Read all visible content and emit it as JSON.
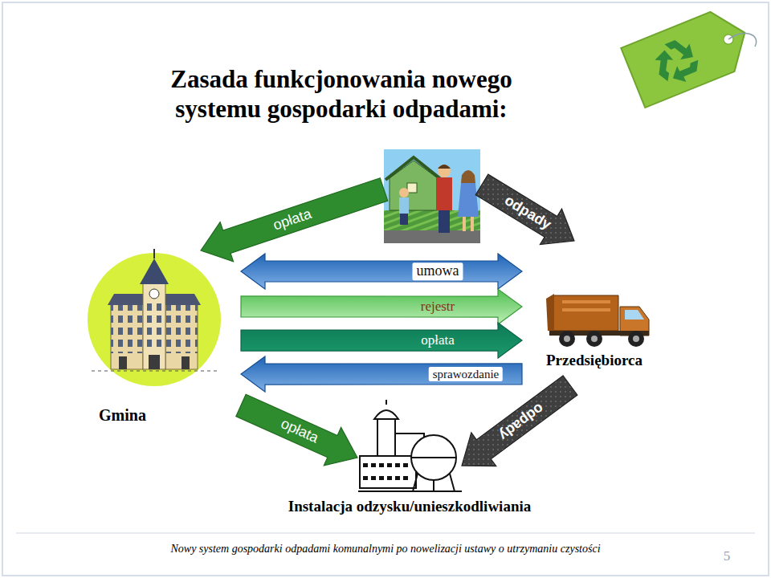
{
  "diagram": {
    "title": "Zasada funkcjonowania nowego systemu gospodarki odpadami:",
    "nodes": [
      {
        "text": []
      },
      {
        "text": [
          "Gmina"
        ]
      },
      {
        "text": [
          "Przedsiębiorca"
        ]
      },
      {
        "text": [
          "Instalacja odzysku/unieszkodliwiania"
        ]
      }
    ],
    "edges": [
      {
        "from": 0,
        "to": 1,
        "label": "opłata",
        "arrow": "to"
      },
      {
        "from": 1,
        "to": 2,
        "label": "umowa",
        "arrow": "both"
      },
      {
        "from": 1,
        "to": 2,
        "label": "rejestr",
        "arrow": "to"
      },
      {
        "from": 1,
        "to": 2,
        "label": "opłata",
        "arrow": "to"
      },
      {
        "from": 2,
        "to": 1,
        "label": "sprawozdanie",
        "arrow": "to"
      },
      {
        "from": 0,
        "to": 2,
        "label": "odpady",
        "arrow": "to"
      },
      {
        "from": 2,
        "to": 3,
        "label": "odpady",
        "arrow": "to"
      },
      {
        "from": 1,
        "to": 3,
        "label": "opłata",
        "arrow": "to"
      }
    ],
    "labels": [
      "Nowy system gospodarki odpadami komunalnymi po nowelizacji ustawy o utrzymaniu czystości",
      "5"
    ]
  }
}
